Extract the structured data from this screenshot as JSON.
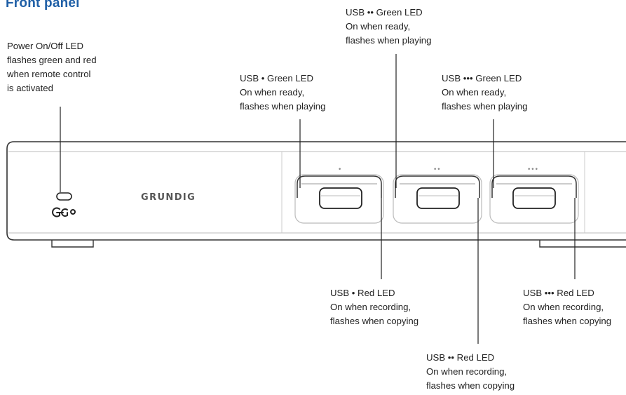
{
  "title": "Front panel",
  "brand": {
    "logo": "GRUNDIG"
  },
  "panel_dots": {
    "usb1": "•",
    "usb2": "••",
    "usb3": "•••"
  },
  "callouts": {
    "power": [
      "Power On/Off LED",
      "flashes green and red",
      "when remote control",
      "is activated"
    ],
    "usb1_green": [
      "USB • Green LED",
      "On when ready,",
      "flashes when playing"
    ],
    "usb2_green": [
      "USB •• Green LED",
      "On when ready,",
      "flashes when playing"
    ],
    "usb3_green": [
      "USB ••• Green LED",
      "On when ready,",
      "flashes when playing"
    ],
    "usb1_red": [
      "USB • Red LED",
      "On when recording,",
      "flashes when copying"
    ],
    "usb2_red": [
      "USB •• Red LED",
      "On when recording,",
      "flashes when copying"
    ],
    "usb3_red": [
      "USB ••• Red LED",
      "On when recording,",
      "flashes when copying"
    ]
  },
  "colors": {
    "title": "#1f5fa6",
    "outline": "#333333",
    "light_outline": "#bbbbbb"
  }
}
